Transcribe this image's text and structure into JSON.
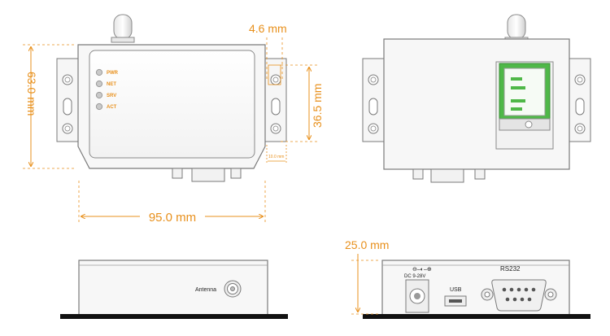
{
  "dimensions": {
    "height_front": "63.0 mm",
    "width_front": "95.0 mm",
    "lug_width": "4.6 mm",
    "hole_spacing": "36.5 mm",
    "lug_offset": "10.0 mm",
    "depth": "25.0 mm"
  },
  "leds": [
    {
      "label": "PWR"
    },
    {
      "label": "NET"
    },
    {
      "label": "SRV"
    },
    {
      "label": "ACT"
    }
  ],
  "ports": {
    "antenna_label": "Antenna",
    "dc_label": "DC 9-28V",
    "usb_label": "USB",
    "rs232_label": "RS232"
  },
  "colors": {
    "dimension": "#e8901c",
    "sim_green": "#4fb848",
    "outline": "#7a7a7a",
    "body_fill": "#f7f7f7"
  }
}
